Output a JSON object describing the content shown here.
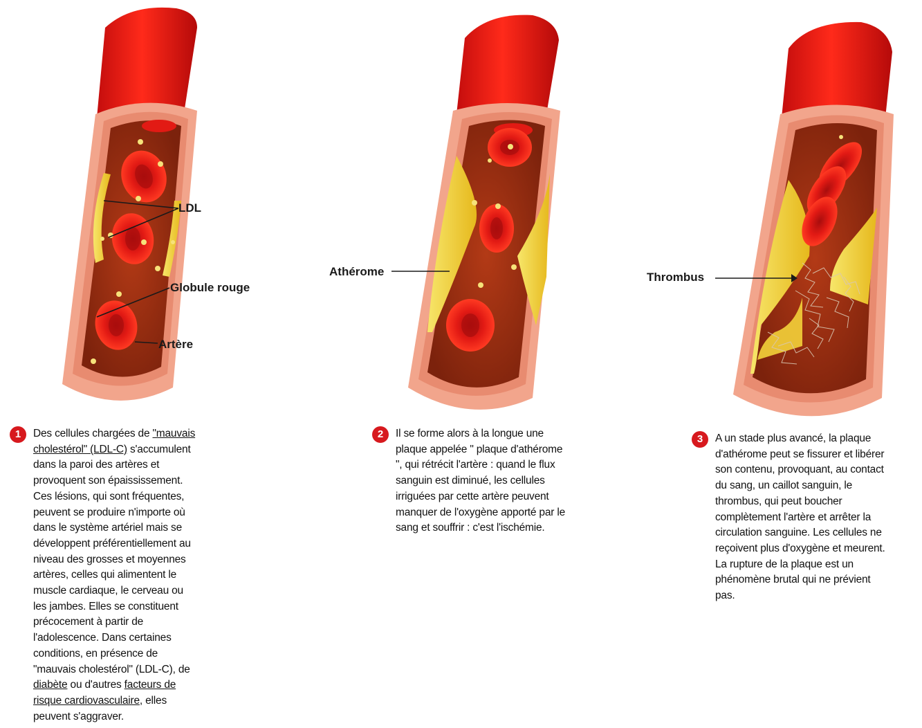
{
  "colors": {
    "blood_red": "#e51a1a",
    "wall_pink": "#f2a58c",
    "lumen_brown": "#9a2e12",
    "plaque_yellow": "#f3d23a",
    "badge_red": "#d7191e"
  },
  "panel1": {
    "labels": {
      "ldl": "LDL",
      "globule": "Globule rouge",
      "artere": "Artère"
    },
    "badge": "1",
    "caption": [
      [
        "Des cellules chargées de ",
        {
          "u": "\"mauvais"
        }
      ],
      [
        {
          "u": "cholestérol\" (LDL-C)"
        },
        " s'accumulent"
      ],
      [
        "dans la paroi des artères et"
      ],
      [
        "provoquent son épaississement."
      ],
      [
        "Ces lésions, qui sont fréquentes,"
      ],
      [
        "peuvent se produire n'importe où"
      ],
      [
        "dans le système artériel mais se"
      ],
      [
        "développent préférentiellement au"
      ],
      [
        "niveau des grosses et moyennes"
      ],
      [
        "artères, celles qui alimentent le"
      ],
      [
        "muscle cardiaque, le cerveau ou"
      ],
      [
        "les jambes. Elles se constituent"
      ],
      [
        "précocement à partir de"
      ],
      [
        "l'adolescence. Dans certaines"
      ],
      [
        "conditions, en présence de"
      ],
      [
        "\"mauvais cholestérol\" (LDL-C), de"
      ],
      [
        {
          "u": "diabète"
        },
        " ou d'autres ",
        {
          "u": "facteurs de"
        }
      ],
      [
        {
          "u": "risque cardiovasculaire"
        },
        ", elles"
      ],
      [
        "peuvent s'aggraver."
      ]
    ]
  },
  "panel2": {
    "labels": {
      "atherome": "Athérome"
    },
    "badge": "2",
    "caption": [
      [
        "Il se forme alors à la longue une"
      ],
      [
        "plaque appelée \" plaque d'athérome"
      ],
      [
        "\", qui rétrécit l'artère : quand le flux"
      ],
      [
        "sanguin est diminué, les cellules"
      ],
      [
        "irriguées par cette artère peuvent"
      ],
      [
        "manquer de l'oxygène apporté par le"
      ],
      [
        "sang et souffrir : c'est l'ischémie."
      ]
    ]
  },
  "panel3": {
    "labels": {
      "thrombus": "Thrombus"
    },
    "badge": "3",
    "caption": [
      [
        "A un stade plus avancé, la plaque"
      ],
      [
        "d'athérome peut se fissurer et libérer"
      ],
      [
        "son contenu, provoquant, au contact"
      ],
      [
        "du sang, un caillot sanguin, le"
      ],
      [
        "thrombus, qui peut boucher"
      ],
      [
        "complètement l'artère et arrêter la"
      ],
      [
        "circulation sanguine. Les cellules ne"
      ],
      [
        "reçoivent plus d'oxygène et meurent."
      ],
      [
        "La rupture de la plaque est un"
      ],
      [
        "phénomène brutal qui ne prévient"
      ],
      [
        "pas."
      ]
    ]
  }
}
